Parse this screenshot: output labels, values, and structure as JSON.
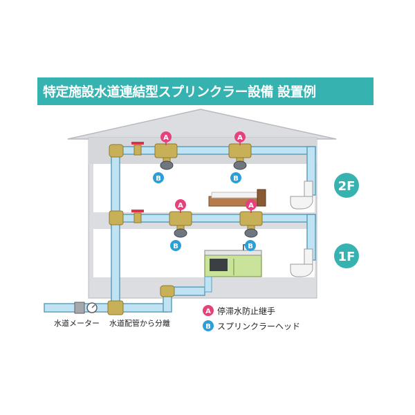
{
  "title": "特定施設水道連結型スプリンクラー設備 設置例",
  "floors": {
    "upper": "2F",
    "lower": "1F"
  },
  "marker_letters": {
    "a": "A",
    "b": "B"
  },
  "labels": {
    "water_meter": "水道メーター",
    "branch": "水道配管から分離"
  },
  "legend": {
    "a_label": "停滞水防止継手",
    "b_label": "スプリンクラーヘッド"
  },
  "colors": {
    "title_bg": "#36b3b1",
    "pipe_fill": "#bfe3f2",
    "pipe_stroke": "#5d9fbd",
    "fitting": "#c8b058",
    "marker_a": "#e5417d",
    "marker_b": "#2a9fd8",
    "floor_badge": "#36b3b1",
    "wall": "#dcdde0"
  }
}
